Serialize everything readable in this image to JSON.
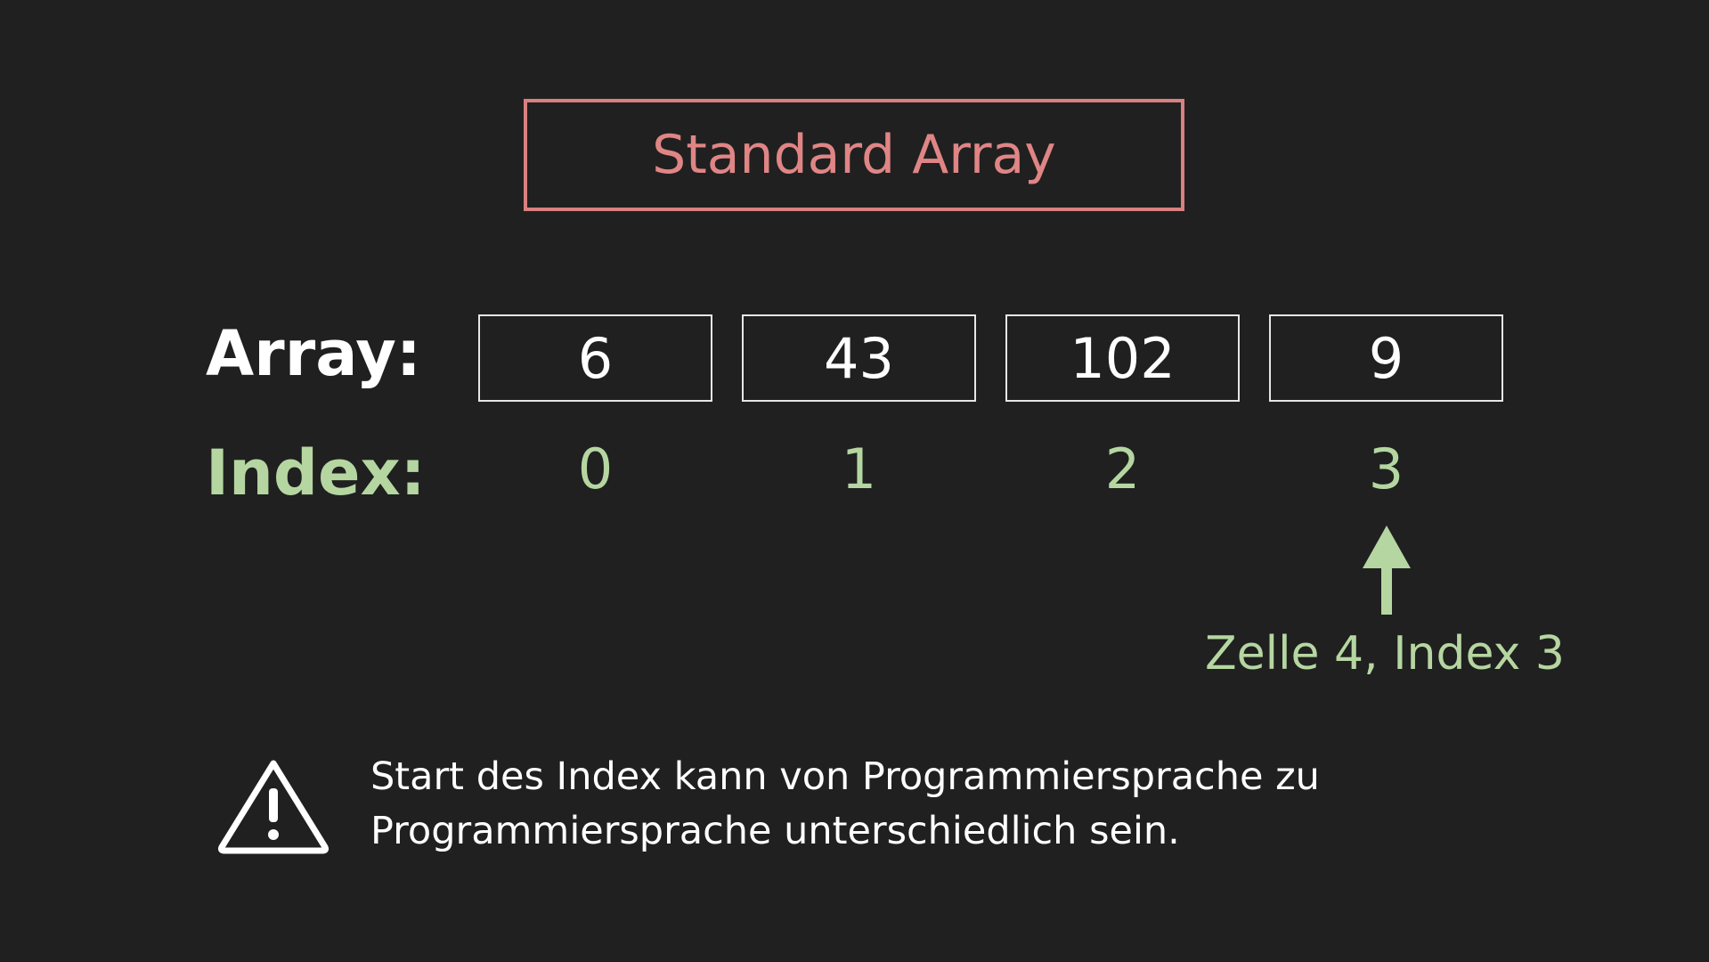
{
  "title": "Standard Array",
  "labels": {
    "array": "Array:",
    "index": "Index:"
  },
  "cells": [
    {
      "value": "6",
      "index": "0"
    },
    {
      "value": "43",
      "index": "1"
    },
    {
      "value": "102",
      "index": "2"
    },
    {
      "value": "9",
      "index": "3"
    }
  ],
  "pointer": {
    "label": "Zelle 4, Index 3",
    "icon": "arrow-up-icon"
  },
  "note": {
    "icon": "warning-icon",
    "line1": "Start des Index kann von Programmiersprache zu",
    "line2": "Programmiersprache unterschiedlich sein."
  },
  "colors": {
    "background": "#202020",
    "title": "#e08585",
    "index": "#b5d6a1",
    "text": "#ffffff"
  }
}
